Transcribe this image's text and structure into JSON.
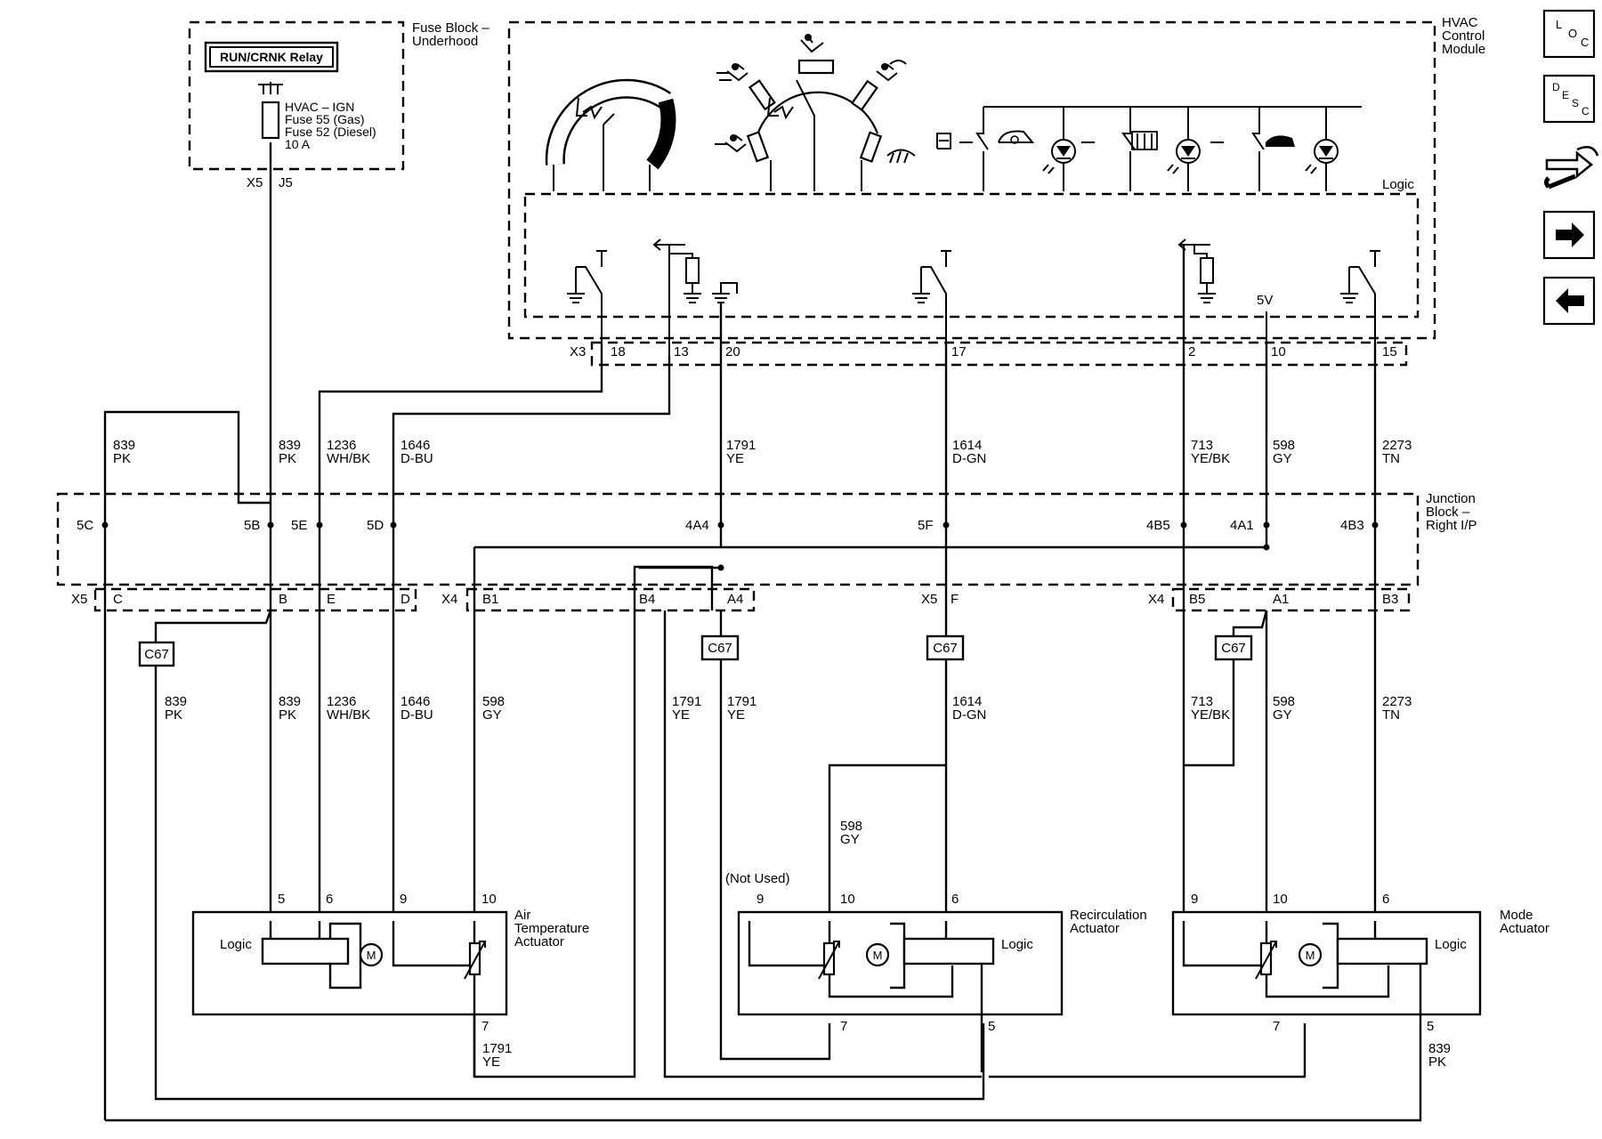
{
  "blocks": {
    "fuse_block": "Fuse Block –\nUnderhood",
    "relay": "RUN/CRNK Relay",
    "fuse_label": "HVAC – IGN\nFuse 55 (Gas)\nFuse 52 (Diesel)\n10 A",
    "fuse_conn": "X5",
    "fuse_pin": "J5",
    "hvac_module": "HVAC\nControl\nModule",
    "logic": "Logic",
    "five_v": "5V",
    "x3_conn": "X3",
    "x3_pins": [
      "18",
      "13",
      "20",
      "17",
      "2",
      "10",
      "15"
    ],
    "junction_block": "Junction\nBlock –\nRight I/P",
    "jb_pins": [
      "5C",
      "5B",
      "5E",
      "5D",
      "4A4",
      "5F",
      "4B5",
      "4A1",
      "4B3"
    ],
    "lower_conns": [
      "X5",
      "X4",
      "X5",
      "X4"
    ],
    "lower_pins": [
      "C",
      "B",
      "E",
      "D",
      "B1",
      "B4",
      "A4",
      "F",
      "B5",
      "A1",
      "B3"
    ],
    "splice": "C67"
  },
  "wires": {
    "upper": [
      {
        "circuit": "839",
        "color": "PK"
      },
      {
        "circuit": "839",
        "color": "PK"
      },
      {
        "circuit": "1236",
        "color": "WH/BK"
      },
      {
        "circuit": "1646",
        "color": "D-BU"
      },
      {
        "circuit": "1791",
        "color": "YE"
      },
      {
        "circuit": "1614",
        "color": "D-GN"
      },
      {
        "circuit": "713",
        "color": "YE/BK"
      },
      {
        "circuit": "598",
        "color": "GY"
      },
      {
        "circuit": "2273",
        "color": "TN"
      }
    ],
    "lower": [
      {
        "circuit": "839",
        "color": "PK"
      },
      {
        "circuit": "839",
        "color": "PK"
      },
      {
        "circuit": "1236",
        "color": "WH/BK"
      },
      {
        "circuit": "1646",
        "color": "D-BU"
      },
      {
        "circuit": "598",
        "color": "GY"
      },
      {
        "circuit": "1791",
        "color": "YE"
      },
      {
        "circuit": "1791",
        "color": "YE"
      },
      {
        "circuit": "1614",
        "color": "D-GN"
      },
      {
        "circuit": "713",
        "color": "YE/BK"
      },
      {
        "circuit": "598",
        "color": "GY"
      },
      {
        "circuit": "2273",
        "color": "TN"
      },
      {
        "circuit": "598",
        "color": "GY"
      },
      {
        "circuit": "1791",
        "color": "YE"
      },
      {
        "circuit": "839",
        "color": "PK"
      }
    ]
  },
  "actuators": {
    "air_temp": {
      "name": "Air\nTemperature\nActuator",
      "logic": "Logic",
      "pins_top": [
        "5",
        "6",
        "9",
        "10"
      ],
      "pins_bottom": [
        "7"
      ]
    },
    "recirc": {
      "name": "Recirculation\nActuator",
      "logic": "Logic",
      "pins_top": [
        "9",
        "10",
        "6"
      ],
      "pins_bottom": [
        "7",
        "5"
      ],
      "not_used": "(Not Used)"
    },
    "mode": {
      "name": "Mode\nActuator",
      "logic": "Logic",
      "pins_top": [
        "9",
        "10",
        "6"
      ],
      "pins_bottom": [
        "7",
        "5"
      ]
    },
    "motor_symbol": "M"
  },
  "nav": {
    "loc": [
      "L",
      "O",
      "C"
    ],
    "desc": [
      "D",
      "E",
      "S",
      "C"
    ]
  }
}
